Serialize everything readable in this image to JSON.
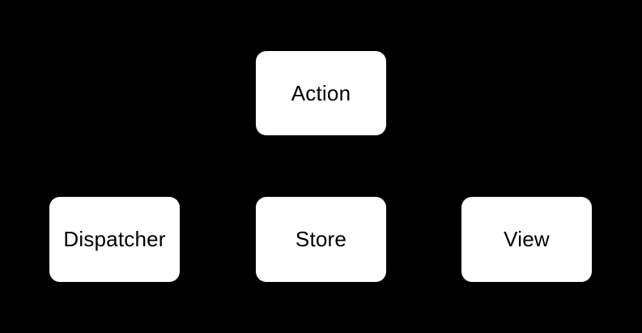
{
  "diagram": {
    "title": "flux-data-flow-diagram",
    "colors": {
      "background": "#000000",
      "node_fill": "#ffffff",
      "node_text": "#000000"
    },
    "nodes": [
      {
        "id": "action",
        "label": "Action",
        "position": "top-center"
      },
      {
        "id": "dispatcher",
        "label": "Dispatcher",
        "position": "bottom-left"
      },
      {
        "id": "store",
        "label": "Store",
        "position": "bottom-center"
      },
      {
        "id": "view",
        "label": "View",
        "position": "bottom-right"
      }
    ]
  }
}
